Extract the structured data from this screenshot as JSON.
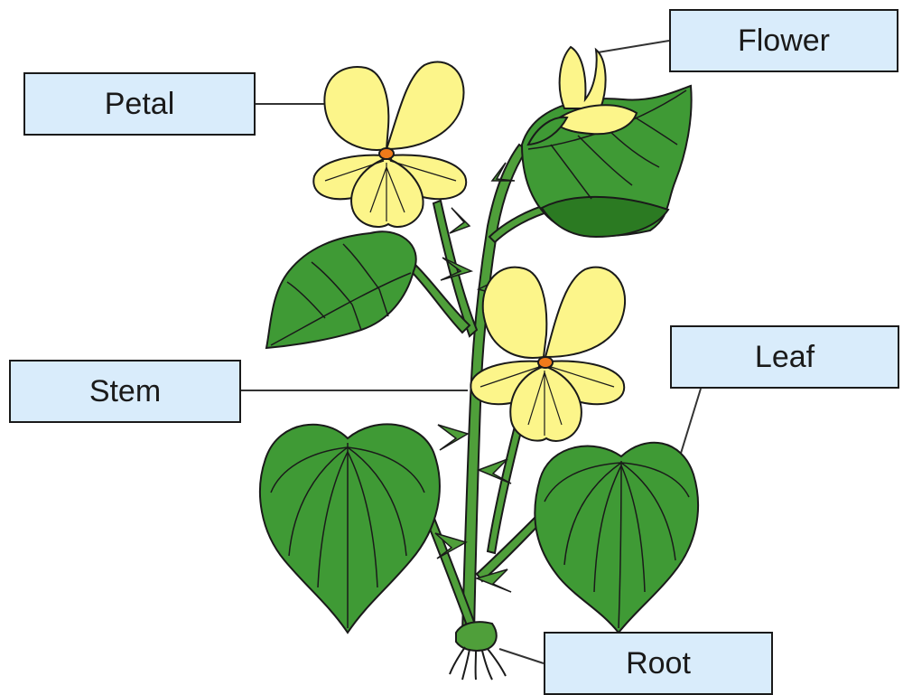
{
  "diagram": {
    "labels": {
      "petal": "Petal",
      "flower": "Flower",
      "stem": "Stem",
      "leaf": "Leaf",
      "root": "Root"
    },
    "colors": {
      "label_fill": "#d9ecfb",
      "outline": "#1a1a1a",
      "leaf_green": "#3f9a35",
      "leaf_dark": "#2b7a22",
      "stem_green": "#4f9f3a",
      "petal_yellow": "#fcf58a",
      "flower_center": "#f07a1a"
    }
  }
}
